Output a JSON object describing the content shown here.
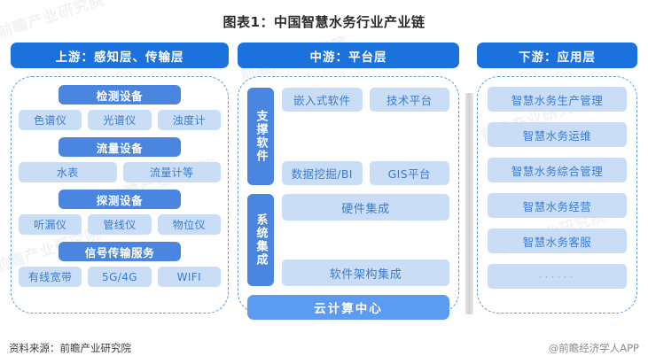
{
  "title": "图表1：中国智慧水务行业产业链",
  "colors": {
    "header_blue": "#1c72dd",
    "group_blue": "#4a86e0",
    "chip_fill": "#c9ddf7",
    "chip_text": "#3a7bd0",
    "cloud_bar": "#5b9bf0",
    "panel_border": "#5b9bd5"
  },
  "columns": {
    "upstream": {
      "header": "上游：感知层、传输层",
      "groups": [
        {
          "head": "检测设备",
          "chips": [
            "色谱仪",
            "光谱仪",
            "浊度计"
          ]
        },
        {
          "head": "流量设备",
          "chips": [
            "水表",
            "流量计等"
          ]
        },
        {
          "head": "探测设备",
          "chips": [
            "听漏仪",
            "管线仪",
            "物位仪"
          ]
        },
        {
          "head": "信号传输服务",
          "chips": [
            "有线宽带",
            "5G/4G",
            "WIFI"
          ]
        }
      ]
    },
    "midstream": {
      "header": "中游：平台层",
      "blocks": [
        {
          "vlabel": "支撑软件",
          "rows": [
            [
              "嵌入式软件",
              "技术平台"
            ],
            [
              "数据挖掘/BI",
              "GIS平台"
            ]
          ]
        },
        {
          "vlabel": "系统集成",
          "stack": [
            "硬件集成",
            "软件架构集成"
          ]
        }
      ],
      "cloud_bar": "云计算中心"
    },
    "downstream": {
      "header": "下游：应用层",
      "items": [
        "智慧水务生产管理",
        "智慧水务运维",
        "智慧水务综合管理",
        "智慧水务经营",
        "智慧水务客服",
        "······"
      ]
    }
  },
  "footer": {
    "source": "资料来源：前瞻产业研究院",
    "credit": "@前瞻经济学人APP"
  },
  "watermarks": [
    "前瞻产业研究院",
    "前瞻产业研究院",
    "前瞻产业研究院",
    "前瞻产业研究院",
    "前瞻产业研究院",
    "前瞻产业研究院"
  ]
}
